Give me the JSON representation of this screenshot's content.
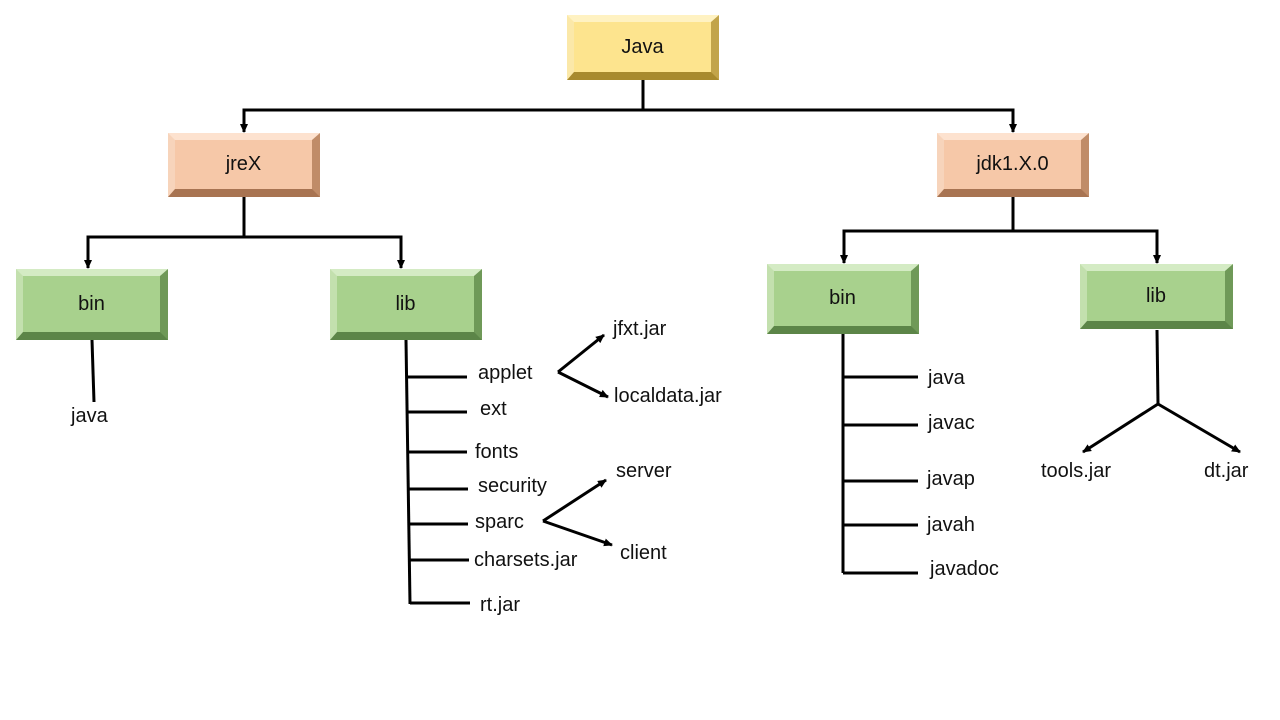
{
  "nodes": {
    "root": "Java",
    "jre": "jreX",
    "jdk": "jdk1.X.0",
    "jre_bin": "bin",
    "jre_lib": "lib",
    "jdk_bin": "bin",
    "jdk_lib": "lib"
  },
  "jre_bin_files": [
    "java"
  ],
  "jre_lib_items": [
    "applet",
    "ext",
    "fonts",
    "security",
    "sparc",
    "charsets.jar",
    "rt.jar"
  ],
  "applet_items": [
    "jfxt.jar",
    "localdata.jar"
  ],
  "sparc_items": [
    "server",
    "client"
  ],
  "jdk_bin_items": [
    "java",
    "javac",
    "javap",
    "javah",
    "javadoc"
  ],
  "jdk_lib_items": [
    "tools.jar",
    "dt.jar"
  ],
  "colors": {
    "root_box": "#fde48e",
    "second_level_box": "#f6c8a8",
    "folder_box": "#a8d18d",
    "lines": "#000000"
  }
}
